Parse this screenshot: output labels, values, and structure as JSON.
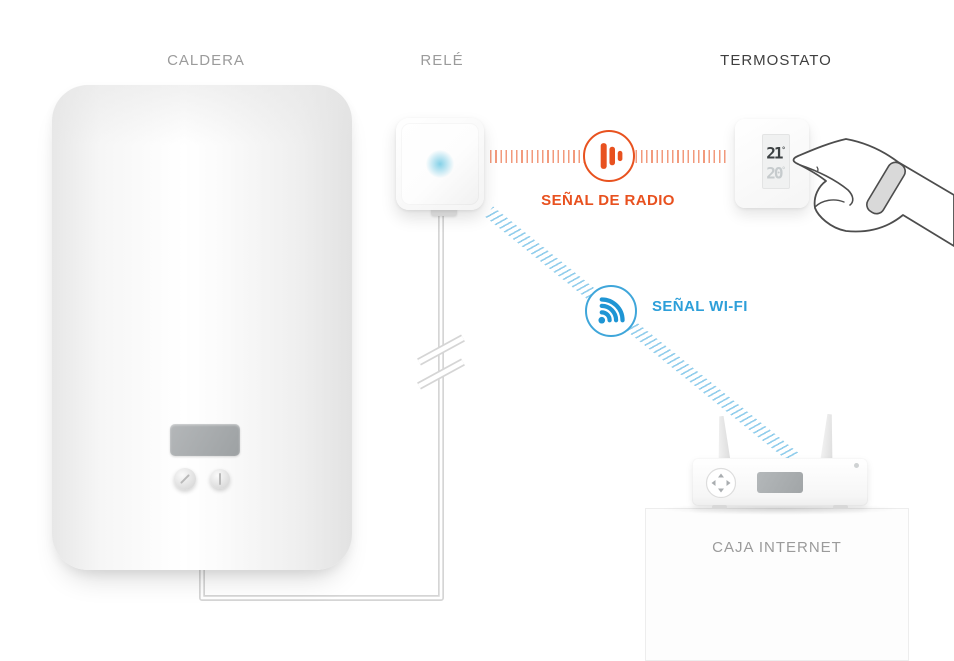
{
  "labels": {
    "caldera": "CALDERA",
    "rele": "RELÉ",
    "termostato": "TERMOSTATO",
    "caja_internet": "CAJA INTERNET"
  },
  "signals": {
    "radio": {
      "label": "SEÑAL DE RADIO",
      "color": "#E8511F",
      "icon": "radio-signal-bars-icon"
    },
    "wifi": {
      "label": "SEÑAL WI-FI",
      "color": "#2D9FD9",
      "icon": "wifi-waves-icon"
    }
  },
  "thermostat_display": {
    "target_temp": "21",
    "current_temp": "20",
    "degree_symbol": "°"
  },
  "colors": {
    "label_gray": "#9B9B9B",
    "label_dark": "#3F3F3F",
    "relay_glow_blue": "#5CC2E0",
    "cable_gray": "#D5D5D5"
  }
}
